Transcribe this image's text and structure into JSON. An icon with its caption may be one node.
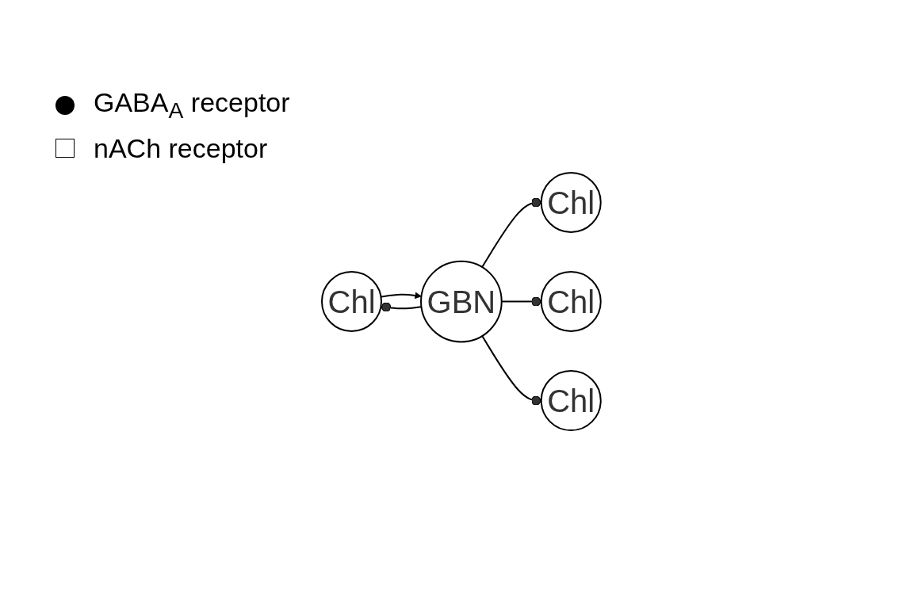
{
  "diagram": {
    "nodes": [
      {
        "text": [
          "Chl"
        ]
      },
      {
        "text": [
          "GBN"
        ]
      },
      {
        "text": [
          "Chl"
        ]
      },
      {
        "text": [
          "Chl"
        ]
      },
      {
        "text": [
          "Chl"
        ]
      }
    ],
    "edges": [
      {
        "from": 0,
        "to": 1,
        "arrow": "to"
      },
      {
        "from": 1,
        "to": 0,
        "arrow": "other"
      },
      {
        "from": 1,
        "to": 2,
        "arrow": "other"
      },
      {
        "from": 1,
        "to": 3,
        "arrow": "other"
      },
      {
        "from": 1,
        "to": 4,
        "arrow": "other"
      }
    ],
    "legend": [
      {
        "text": "GABA$_{A}$ receptor"
      },
      {
        "text": "nACh receptor"
      }
    ]
  }
}
